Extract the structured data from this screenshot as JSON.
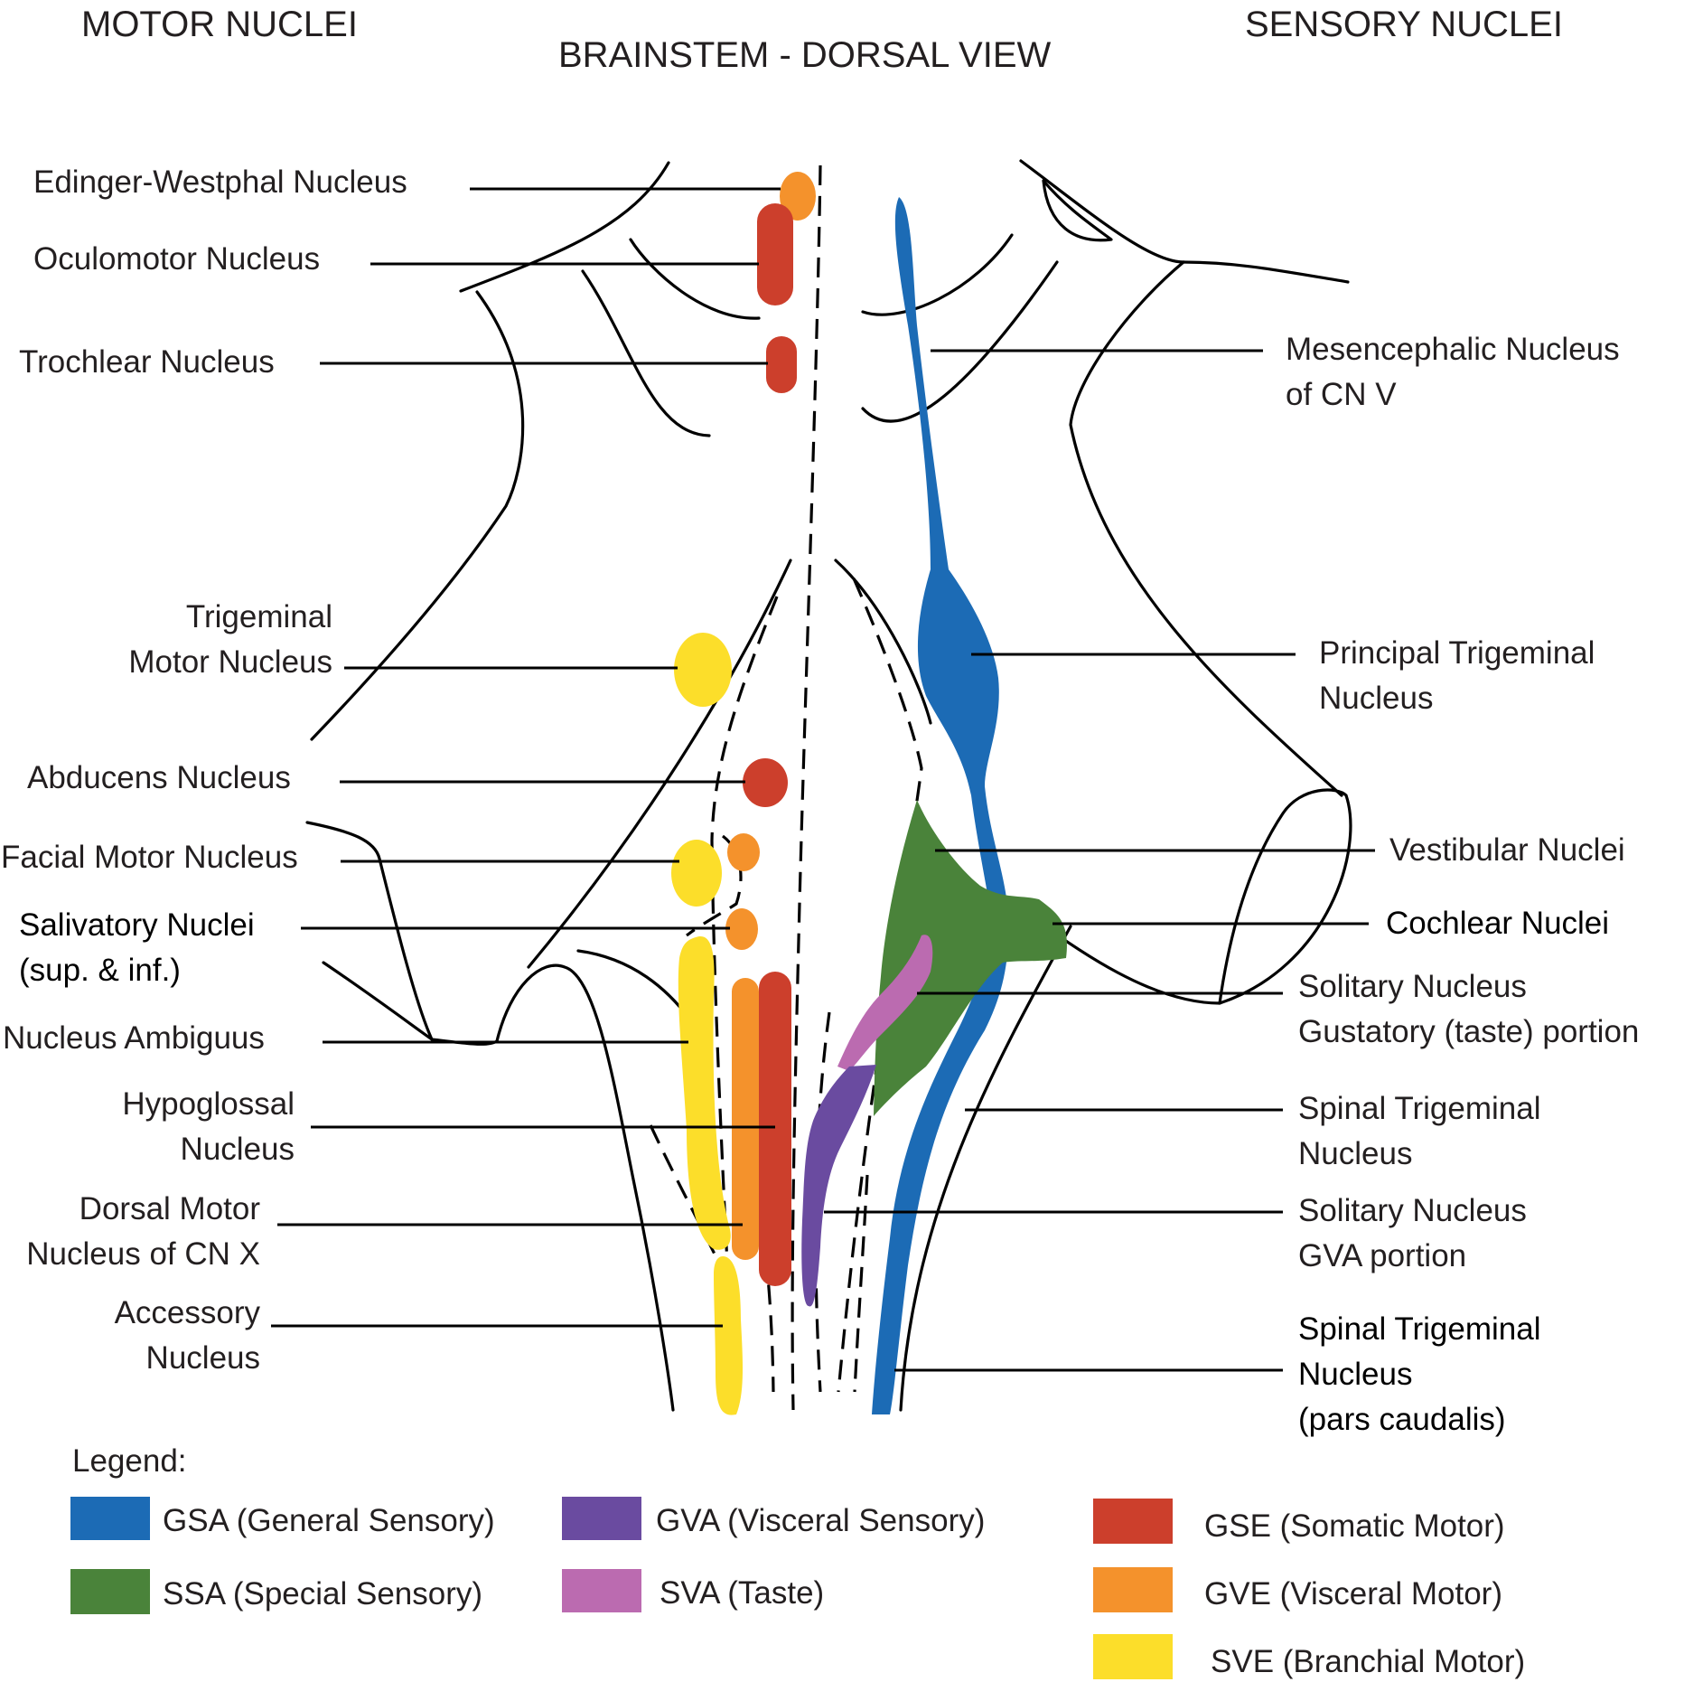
{
  "headers": {
    "motor": "MOTOR NUCLEI",
    "title": "BRAINSTEM - DORSAL VIEW",
    "sensory": "SENSORY NUCLEI"
  },
  "colors": {
    "gsa": "#1c6bb5",
    "ssa": "#4a833a",
    "gva": "#6a4ba0",
    "sva": "#bb6bb0",
    "gse": "#cc3f2c",
    "gve": "#f4922c",
    "sve": "#fcde2a"
  },
  "motor_labels": {
    "edinger_westphal": [
      "Edinger-Westphal Nucleus"
    ],
    "oculomotor": [
      "Oculomotor Nucleus"
    ],
    "trochlear": [
      "Trochlear Nucleus"
    ],
    "trigeminal_motor": [
      "Trigeminal",
      "Motor Nucleus"
    ],
    "abducens": [
      "Abducens Nucleus"
    ],
    "facial_motor": [
      "Facial Motor Nucleus"
    ],
    "salivatory": [
      "Salivatory Nuclei",
      "(sup. & inf.)"
    ],
    "ambiguus": [
      "Nucleus Ambiguus"
    ],
    "hypoglossal": [
      "Hypoglossal",
      "Nucleus"
    ],
    "dorsal_motor_x": [
      "Dorsal Motor",
      "Nucleus of CN X"
    ],
    "accessory": [
      "Accessory",
      "Nucleus"
    ]
  },
  "sensory_labels": {
    "mesencephalic": [
      "Mesencephalic Nucleus",
      "of CN V"
    ],
    "principal_trigeminal": [
      "Principal Trigeminal",
      "Nucleus"
    ],
    "vestibular": [
      "Vestibular Nuclei"
    ],
    "cochlear": [
      "Cochlear Nuclei"
    ],
    "solitary_gustatory": [
      "Solitary Nucleus",
      "Gustatory (taste) portion"
    ],
    "spinal_trigeminal": [
      "Spinal Trigeminal",
      "Nucleus"
    ],
    "solitary_gva": [
      "Solitary Nucleus",
      "GVA portion"
    ],
    "spinal_trigeminal_caudalis": [
      "Spinal Trigeminal",
      "Nucleus",
      "(pars caudalis)"
    ]
  },
  "legend": {
    "title": "Legend:",
    "items": [
      {
        "key": "gsa",
        "label": "GSA (General Sensory)"
      },
      {
        "key": "ssa",
        "label": "SSA (Special Sensory)"
      },
      {
        "key": "gva",
        "label": "GVA (Visceral Sensory)"
      },
      {
        "key": "sva",
        "label": "SVA (Taste)"
      },
      {
        "key": "gse",
        "label": "GSE (Somatic Motor)"
      },
      {
        "key": "gve",
        "label": "GVE (Visceral Motor)"
      },
      {
        "key": "sve",
        "label": "SVE (Branchial Motor)"
      }
    ]
  }
}
